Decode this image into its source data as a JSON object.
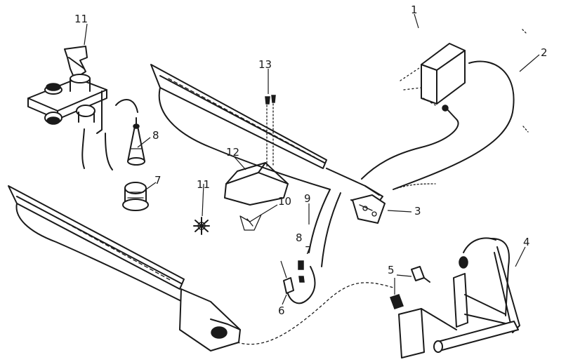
{
  "callouts": {
    "p1": "1",
    "p2": "2",
    "p3": "3",
    "p4": "4",
    "p5": "5",
    "p6": "6",
    "p7a": "7",
    "p7b": "7",
    "p8a": "8",
    "p8b": "8",
    "p9": "9",
    "p10": "10",
    "p11a": "11",
    "p11b": "11",
    "p12": "12",
    "p13": "13"
  },
  "colors": {
    "ink": "#1a1a1a",
    "background": "#ffffff"
  }
}
